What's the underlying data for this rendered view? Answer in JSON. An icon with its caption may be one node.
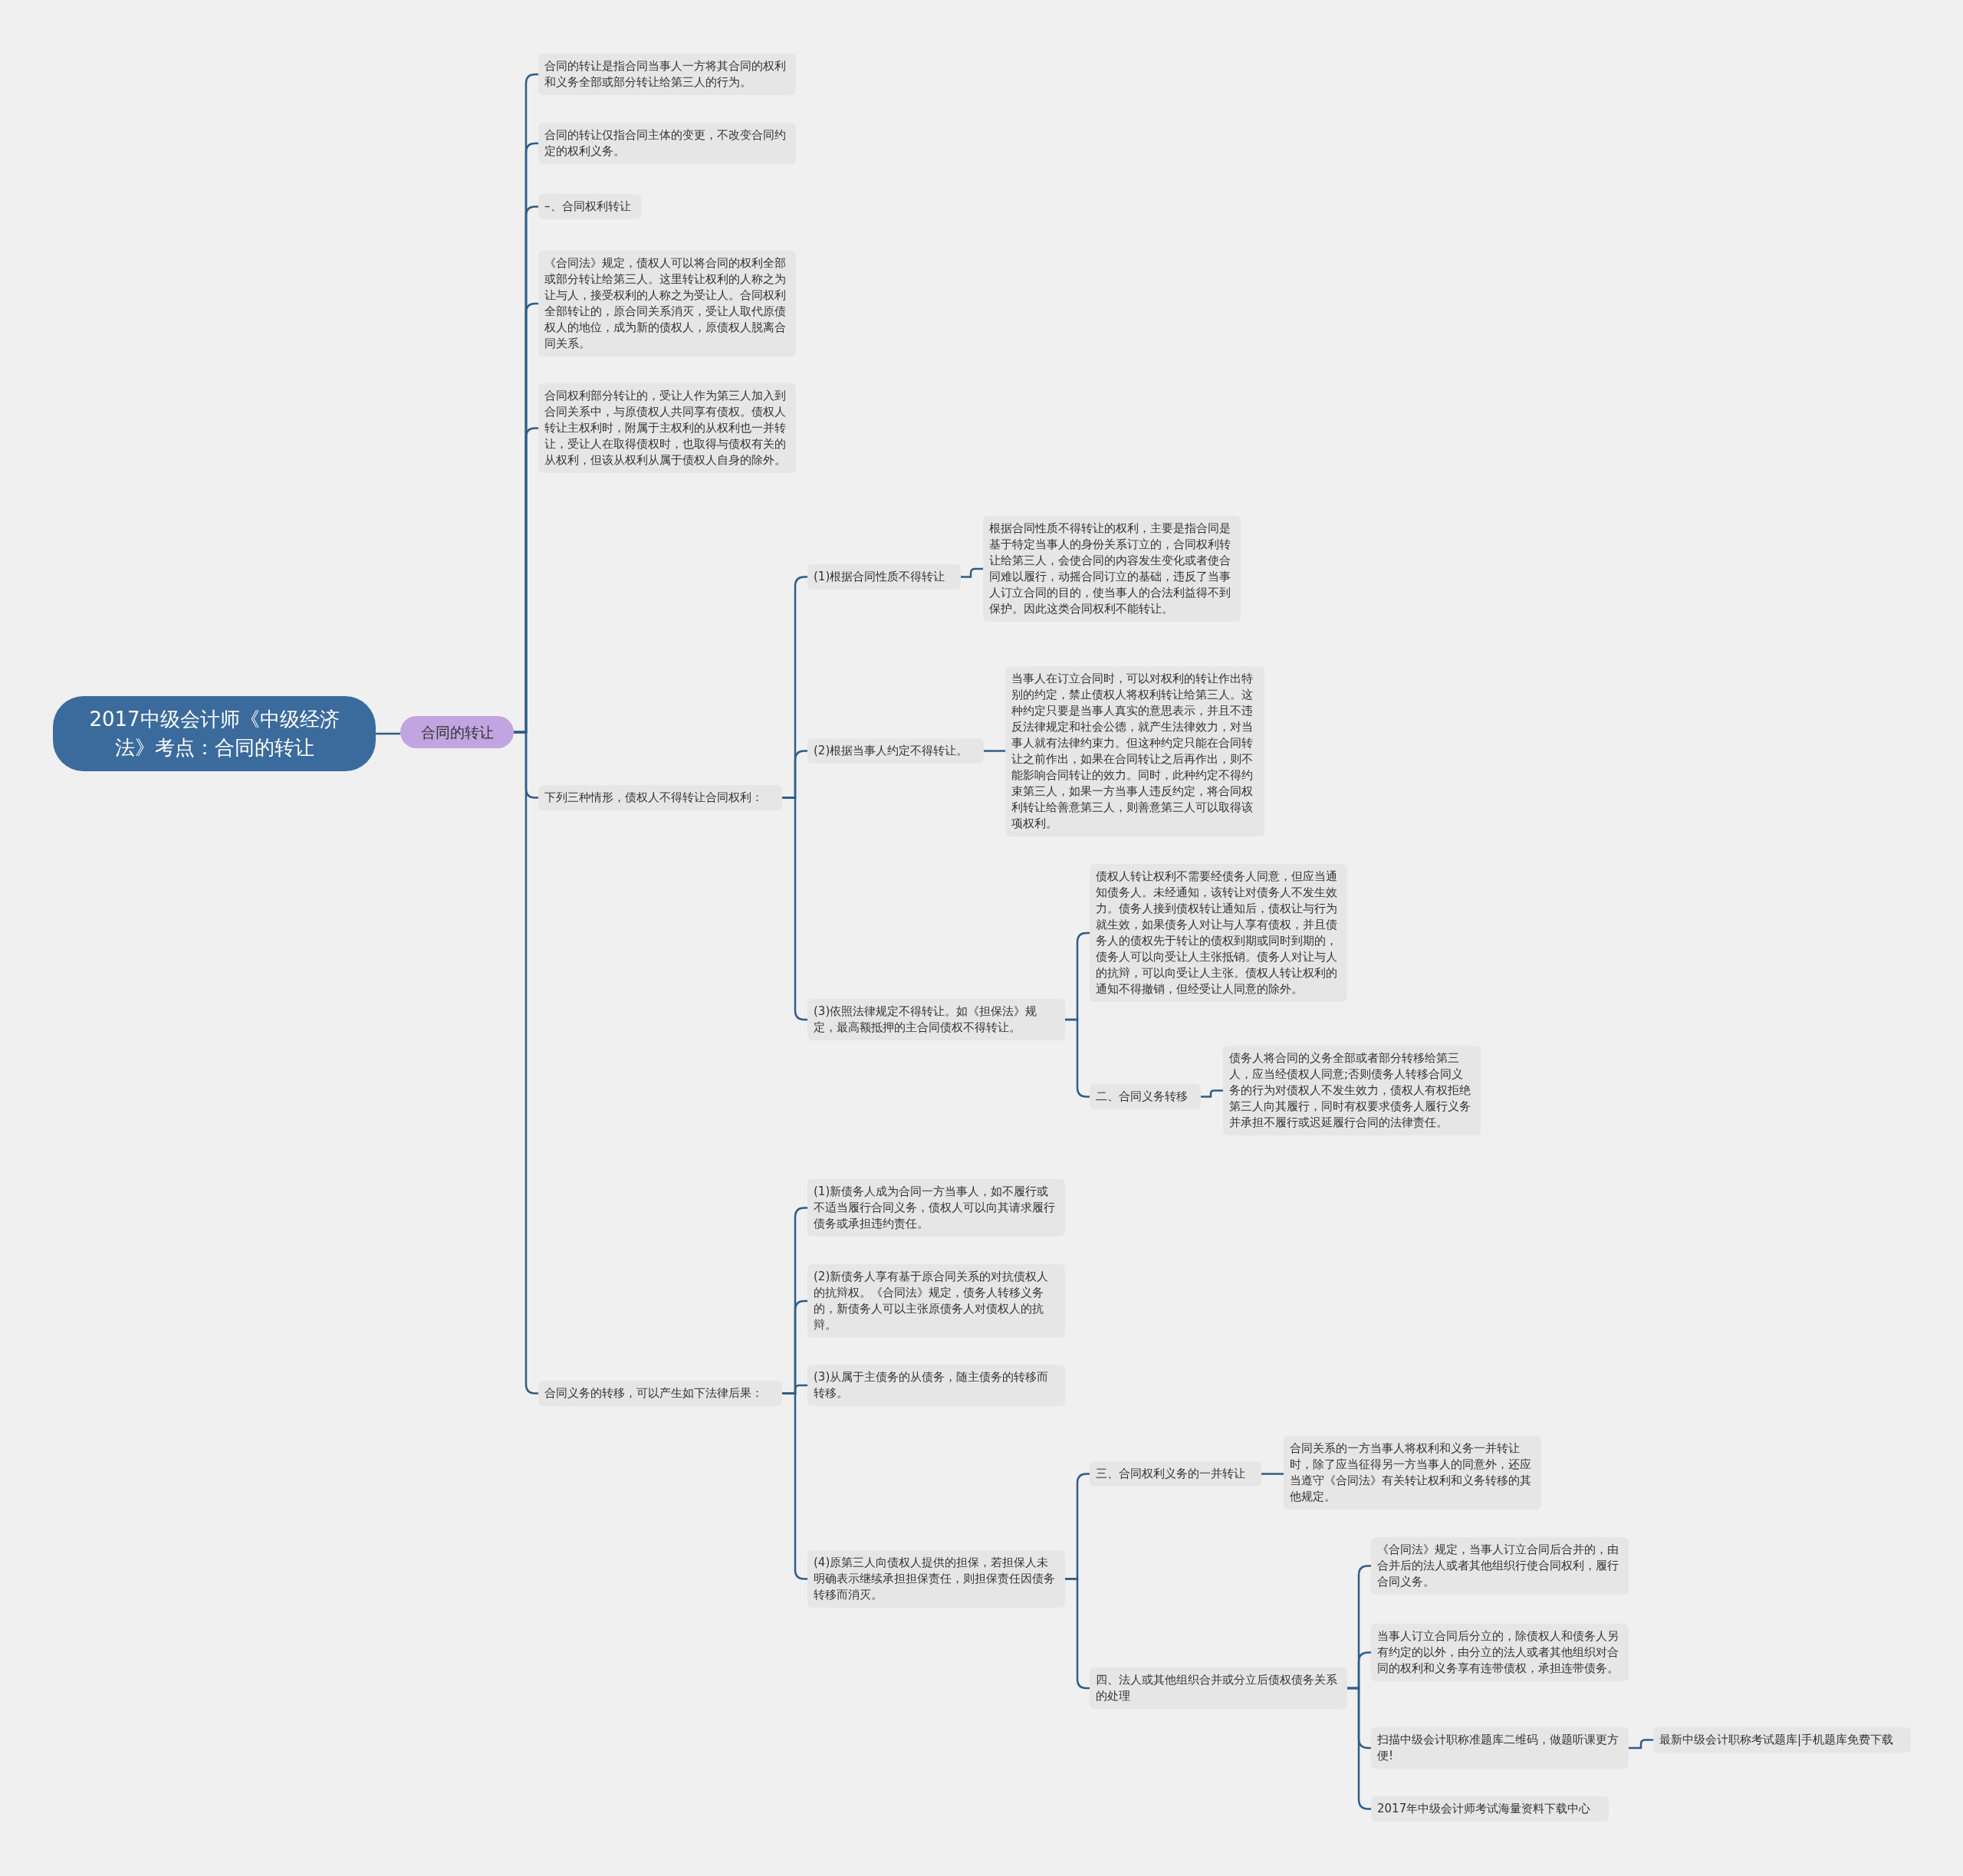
{
  "diagram": {
    "nodes": [
      {
        "text": [
          "2017中级会计师《中级经济法》考点：合同的转让"
        ]
      },
      {
        "text": [
          "合同的转让"
        ]
      },
      {
        "text": [
          "合同的转让是指合同当事人一方将其合同的权利和义务全部或部分转让给第三人的行为。"
        ]
      },
      {
        "text": [
          "合同的转让仅指合同主体的变更，不改变合同约定的权利义务。"
        ]
      },
      {
        "text": [
          "–、合同权利转让"
        ]
      },
      {
        "text": [
          "《合同法》规定，债权人可以将合同的权利全部或部分转让给第三人。这里转让权利的人称之为让与人，接受权利的人称之为受让人。合同权利全部转让的，原合同关系消灭，受让人取代原债权人的地位，成为新的债权人，原债权人脱离合同关系。"
        ]
      },
      {
        "text": [
          "合同权利部分转让的，受让人作为第三人加入到合同关系中，与原债权人共同享有债权。债权人转让主权利时，附属于主权利的从权利也一并转让，受让人在取得债权时，也取得与债权有关的从权利，但该从权利从属于债权人自身的除外。"
        ]
      },
      {
        "text": [
          "下列三种情形，债权人不得转让合同权利："
        ]
      },
      {
        "text": [
          "合同义务的转移，可以产生如下法律后果："
        ]
      },
      {
        "text": [
          "(1)根据合同性质不得转让"
        ]
      },
      {
        "text": [
          "根据合同性质不得转让的权利，主要是指合同是基于特定当事人的身份关系订立的，合同权利转让给第三人，会使合同的内容发生变化或者使合同难以履行，动摇合同订立的基础，违反了当事人订立合同的目的，使当事人的合法利益得不到保护。因此这类合同权利不能转让。"
        ]
      },
      {
        "text": [
          "(2)根据当事人约定不得转让。"
        ]
      },
      {
        "text": [
          "当事人在订立合同时，可以对权利的转让作出特别的约定，禁止债权人将权利转让给第三人。这种约定只要是当事人真实的意思表示，并且不违反法律规定和社会公德，就产生法律效力，对当事人就有法律约束力。但这种约定只能在合同转让之前作出，如果在合同转让之后再作出，则不能影响合同转让的效力。同时，此种约定不得约束第三人，如果一方当事人违反约定，将合同权利转让给善意第三人，则善意第三人可以取得该项权利。"
        ]
      },
      {
        "text": [
          "(3)依照法律规定不得转让。如《担保法》规定，最高额抵押的主合同债权不得转让。"
        ]
      },
      {
        "text": [
          "债权人转让权利不需要经债务人同意，但应当通知债务人。未经通知，该转让对债务人不发生效力。债务人接到债权转让通知后，债权让与行为就生效，如果债务人对让与人享有债权，并且债务人的债权先于转让的债权到期或同时到期的，债务人可以向受让人主张抵销。债务人对让与人的抗辩，可以向受让人主张。债权人转让权利的通知不得撤销，但经受让人同意的除外。"
        ]
      },
      {
        "text": [
          "二、合同义务转移"
        ]
      },
      {
        "text": [
          "债务人将合同的义务全部或者部分转移给第三人，应当经债权人同意;否则债务人转移合同义务的行为对债权人不发生效力，债权人有权拒绝第三人向其履行，同时有权要求债务人履行义务并承担不履行或迟延履行合同的法律责任。"
        ]
      },
      {
        "text": [
          "(1)新债务人成为合同一方当事人，如不履行或不适当履行合同义务，债权人可以向其请求履行债务或承担违约责任。"
        ]
      },
      {
        "text": [
          "(2)新债务人享有基于原合同关系的对抗债权人的抗辩权。《合同法》规定，债务人转移义务的，新债务人可以主张原债务人对债权人的抗辩。"
        ]
      },
      {
        "text": [
          "(3)从属于主债务的从债务，随主债务的转移而转移。"
        ]
      },
      {
        "text": [
          "(4)原第三人向债权人提供的担保，若担保人未明确表示继续承担担保责任，则担保责任因债务转移而消灭。"
        ]
      },
      {
        "text": [
          "三、合同权利义务的一并转让"
        ]
      },
      {
        "text": [
          "合同关系的一方当事人将权利和义务一并转让时，除了应当征得另一方当事人的同意外，还应当遵守《合同法》有关转让权利和义务转移的其他规定。"
        ]
      },
      {
        "text": [
          "四、法人或其他组织合并或分立后债权债务关系的处理"
        ]
      },
      {
        "text": [
          "《合同法》规定，当事人订立合同后合并的，由合并后的法人或者其他组织行使合同权利，履行合同义务。"
        ]
      },
      {
        "text": [
          "当事人订立合同后分立的，除债权人和债务人另有约定的以外，由分立的法人或者其他组织对合同的权利和义务享有连带债权，承担连带债务。"
        ]
      },
      {
        "text": [
          "扫描中级会计职称准题库二维码，做题听课更方便!"
        ]
      },
      {
        "text": [
          "最新中级会计职称考试题库|手机题库免费下载"
        ]
      },
      {
        "text": [
          "2017年中级会计师考试海量资料下载中心"
        ]
      }
    ],
    "edges": [
      {
        "from": 0,
        "to": 1,
        "arrow": "none"
      },
      {
        "from": 1,
        "to": 2,
        "arrow": "none"
      },
      {
        "from": 1,
        "to": 3,
        "arrow": "none"
      },
      {
        "from": 1,
        "to": 4,
        "arrow": "none"
      },
      {
        "from": 1,
        "to": 5,
        "arrow": "none"
      },
      {
        "from": 1,
        "to": 6,
        "arrow": "none"
      },
      {
        "from": 1,
        "to": 7,
        "arrow": "none"
      },
      {
        "from": 1,
        "to": 8,
        "arrow": "none"
      },
      {
        "from": 7,
        "to": 9,
        "arrow": "none"
      },
      {
        "from": 9,
        "to": 10,
        "arrow": "none"
      },
      {
        "from": 7,
        "to": 11,
        "arrow": "none"
      },
      {
        "from": 11,
        "to": 12,
        "arrow": "none"
      },
      {
        "from": 7,
        "to": 13,
        "arrow": "none"
      },
      {
        "from": 13,
        "to": 14,
        "arrow": "none"
      },
      {
        "from": 13,
        "to": 15,
        "arrow": "none"
      },
      {
        "from": 15,
        "to": 16,
        "arrow": "none"
      },
      {
        "from": 8,
        "to": 17,
        "arrow": "none"
      },
      {
        "from": 8,
        "to": 18,
        "arrow": "none"
      },
      {
        "from": 8,
        "to": 19,
        "arrow": "none"
      },
      {
        "from": 8,
        "to": 20,
        "arrow": "none"
      },
      {
        "from": 20,
        "to": 21,
        "arrow": "none"
      },
      {
        "from": 21,
        "to": 22,
        "arrow": "none"
      },
      {
        "from": 20,
        "to": 23,
        "arrow": "none"
      },
      {
        "from": 23,
        "to": 24,
        "arrow": "none"
      },
      {
        "from": 23,
        "to": 25,
        "arrow": "none"
      },
      {
        "from": 23,
        "to": 26,
        "arrow": "none"
      },
      {
        "from": 26,
        "to": 27,
        "arrow": "none"
      },
      {
        "from": 23,
        "to": 28,
        "arrow": "none"
      }
    ]
  }
}
